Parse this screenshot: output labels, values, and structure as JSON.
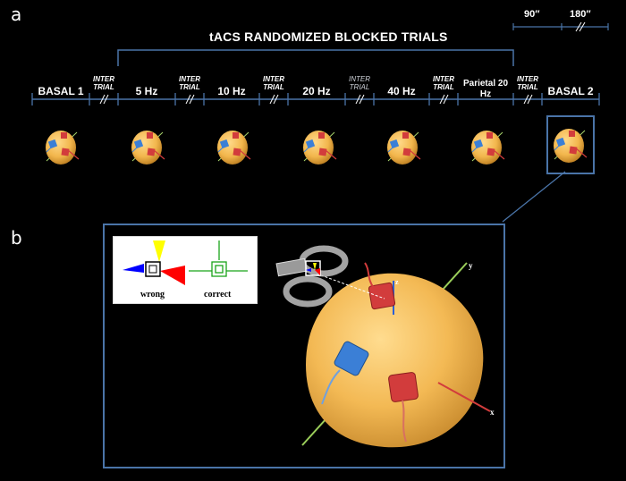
{
  "panel_a": {
    "letter": "a",
    "title": "tACS RANDOMIZED BLOCKED TRIALS",
    "durations": [
      "90″",
      "180″"
    ],
    "segments": [
      {
        "label": "BASAL 1"
      },
      {
        "label": "INTER TRIAL",
        "kind": "inter"
      },
      {
        "label": "5 Hz"
      },
      {
        "label": "INTER TRIAL",
        "kind": "inter"
      },
      {
        "label": "10 Hz"
      },
      {
        "label": "INTER TRIAL",
        "kind": "inter"
      },
      {
        "label": "20 Hz"
      },
      {
        "label": "INTER TRIAL",
        "kind": "inter"
      },
      {
        "label": "40 Hz"
      },
      {
        "label": "INTER TRIAL",
        "kind": "inter"
      },
      {
        "label": "Parietal 20 Hz"
      },
      {
        "label": "INTER TRIAL",
        "kind": "inter"
      },
      {
        "label": "BASAL 2"
      }
    ]
  },
  "panel_b": {
    "letter": "b",
    "inset": {
      "wrong_label": "wrong",
      "correct_label": "correct"
    },
    "axes": {
      "x": "x",
      "y": "y",
      "z": "z"
    }
  },
  "colors": {
    "head": "#f2b64c",
    "electrode_red": "#d23c3c",
    "electrode_blue": "#3b7fd6",
    "frame_blue": "#4a74a8",
    "wrong_yellow": "#ffff00",
    "wrong_red": "#ff0000",
    "wrong_blue": "#0000ff",
    "correct_green": "#19a319"
  }
}
